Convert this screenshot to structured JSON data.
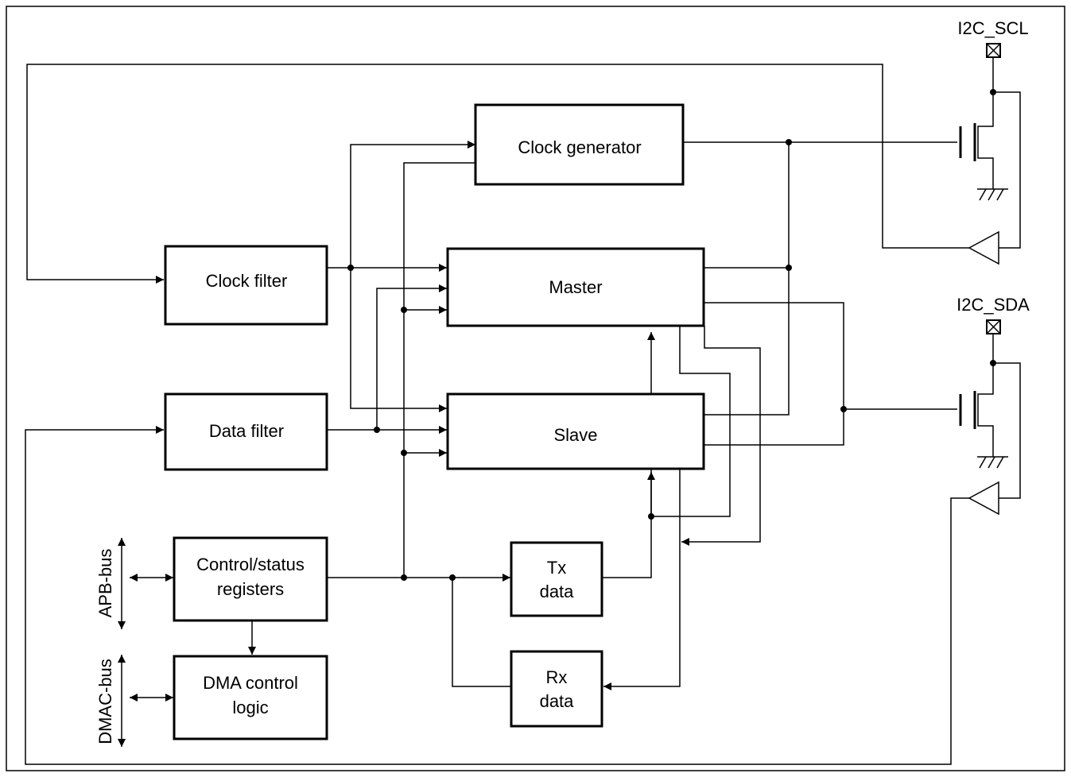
{
  "blocks": {
    "clock_generator": "Clock generator",
    "clock_filter": "Clock filter",
    "master": "Master",
    "data_filter": "Data filter",
    "slave": "Slave",
    "control_status": [
      "Control/status",
      "registers"
    ],
    "tx_data": [
      "Tx",
      "data"
    ],
    "rx_data": [
      "Rx",
      "data"
    ],
    "dma_control": [
      "DMA control",
      "logic"
    ]
  },
  "pins": {
    "scl": "I2C_SCL",
    "sda": "I2C_SDA"
  },
  "buses": {
    "apb": "APB-bus",
    "dmac": "DMAC-bus"
  }
}
